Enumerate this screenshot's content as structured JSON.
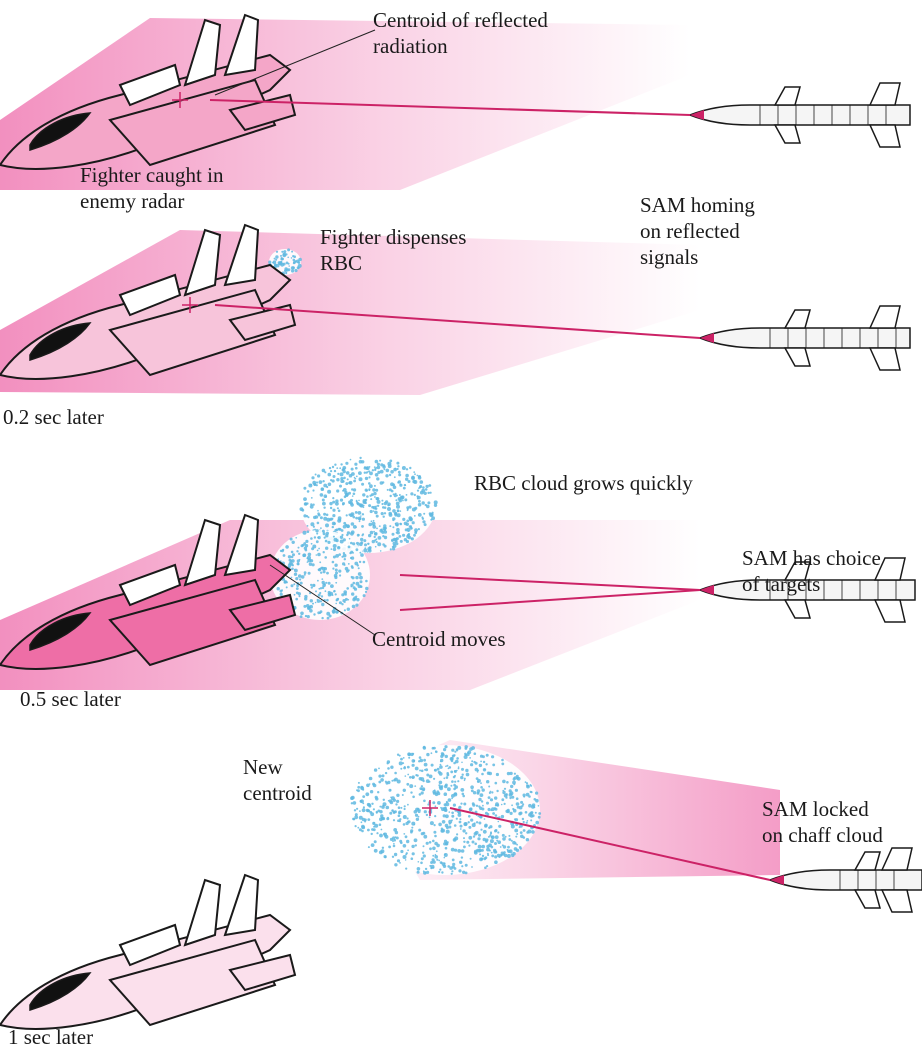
{
  "colors": {
    "radar_beam": "#f07cb4",
    "aircraft_fill": "#f4a6c8",
    "aircraft_outline": "#1a1a1a",
    "chaff_cloud": "#5fb8e0",
    "centroid_marker": "#cc2266",
    "background": "#ffffff"
  },
  "icons": [
    "fighter-jet-icon",
    "sam-missile-icon",
    "chaff-cloud-icon",
    "centroid-marker-icon"
  ],
  "panels": [
    {
      "labels": {
        "centroid": "Centroid of reflected\nradiation",
        "fighter": "Fighter caught in\nenemy radar",
        "sam": "SAM homing\non reflected\nsignals"
      }
    },
    {
      "labels": {
        "dispense": "Fighter dispenses\nRBC",
        "time": "0.2 sec later"
      }
    },
    {
      "labels": {
        "cloud": "RBC cloud grows quickly",
        "sam": "SAM has choice\nof targets",
        "centroid": "Centroid moves",
        "time": "0.5 sec later"
      }
    },
    {
      "labels": {
        "new_centroid": "New\ncentroid",
        "sam": "SAM locked\non chaff cloud",
        "time": "1 sec later"
      }
    }
  ]
}
